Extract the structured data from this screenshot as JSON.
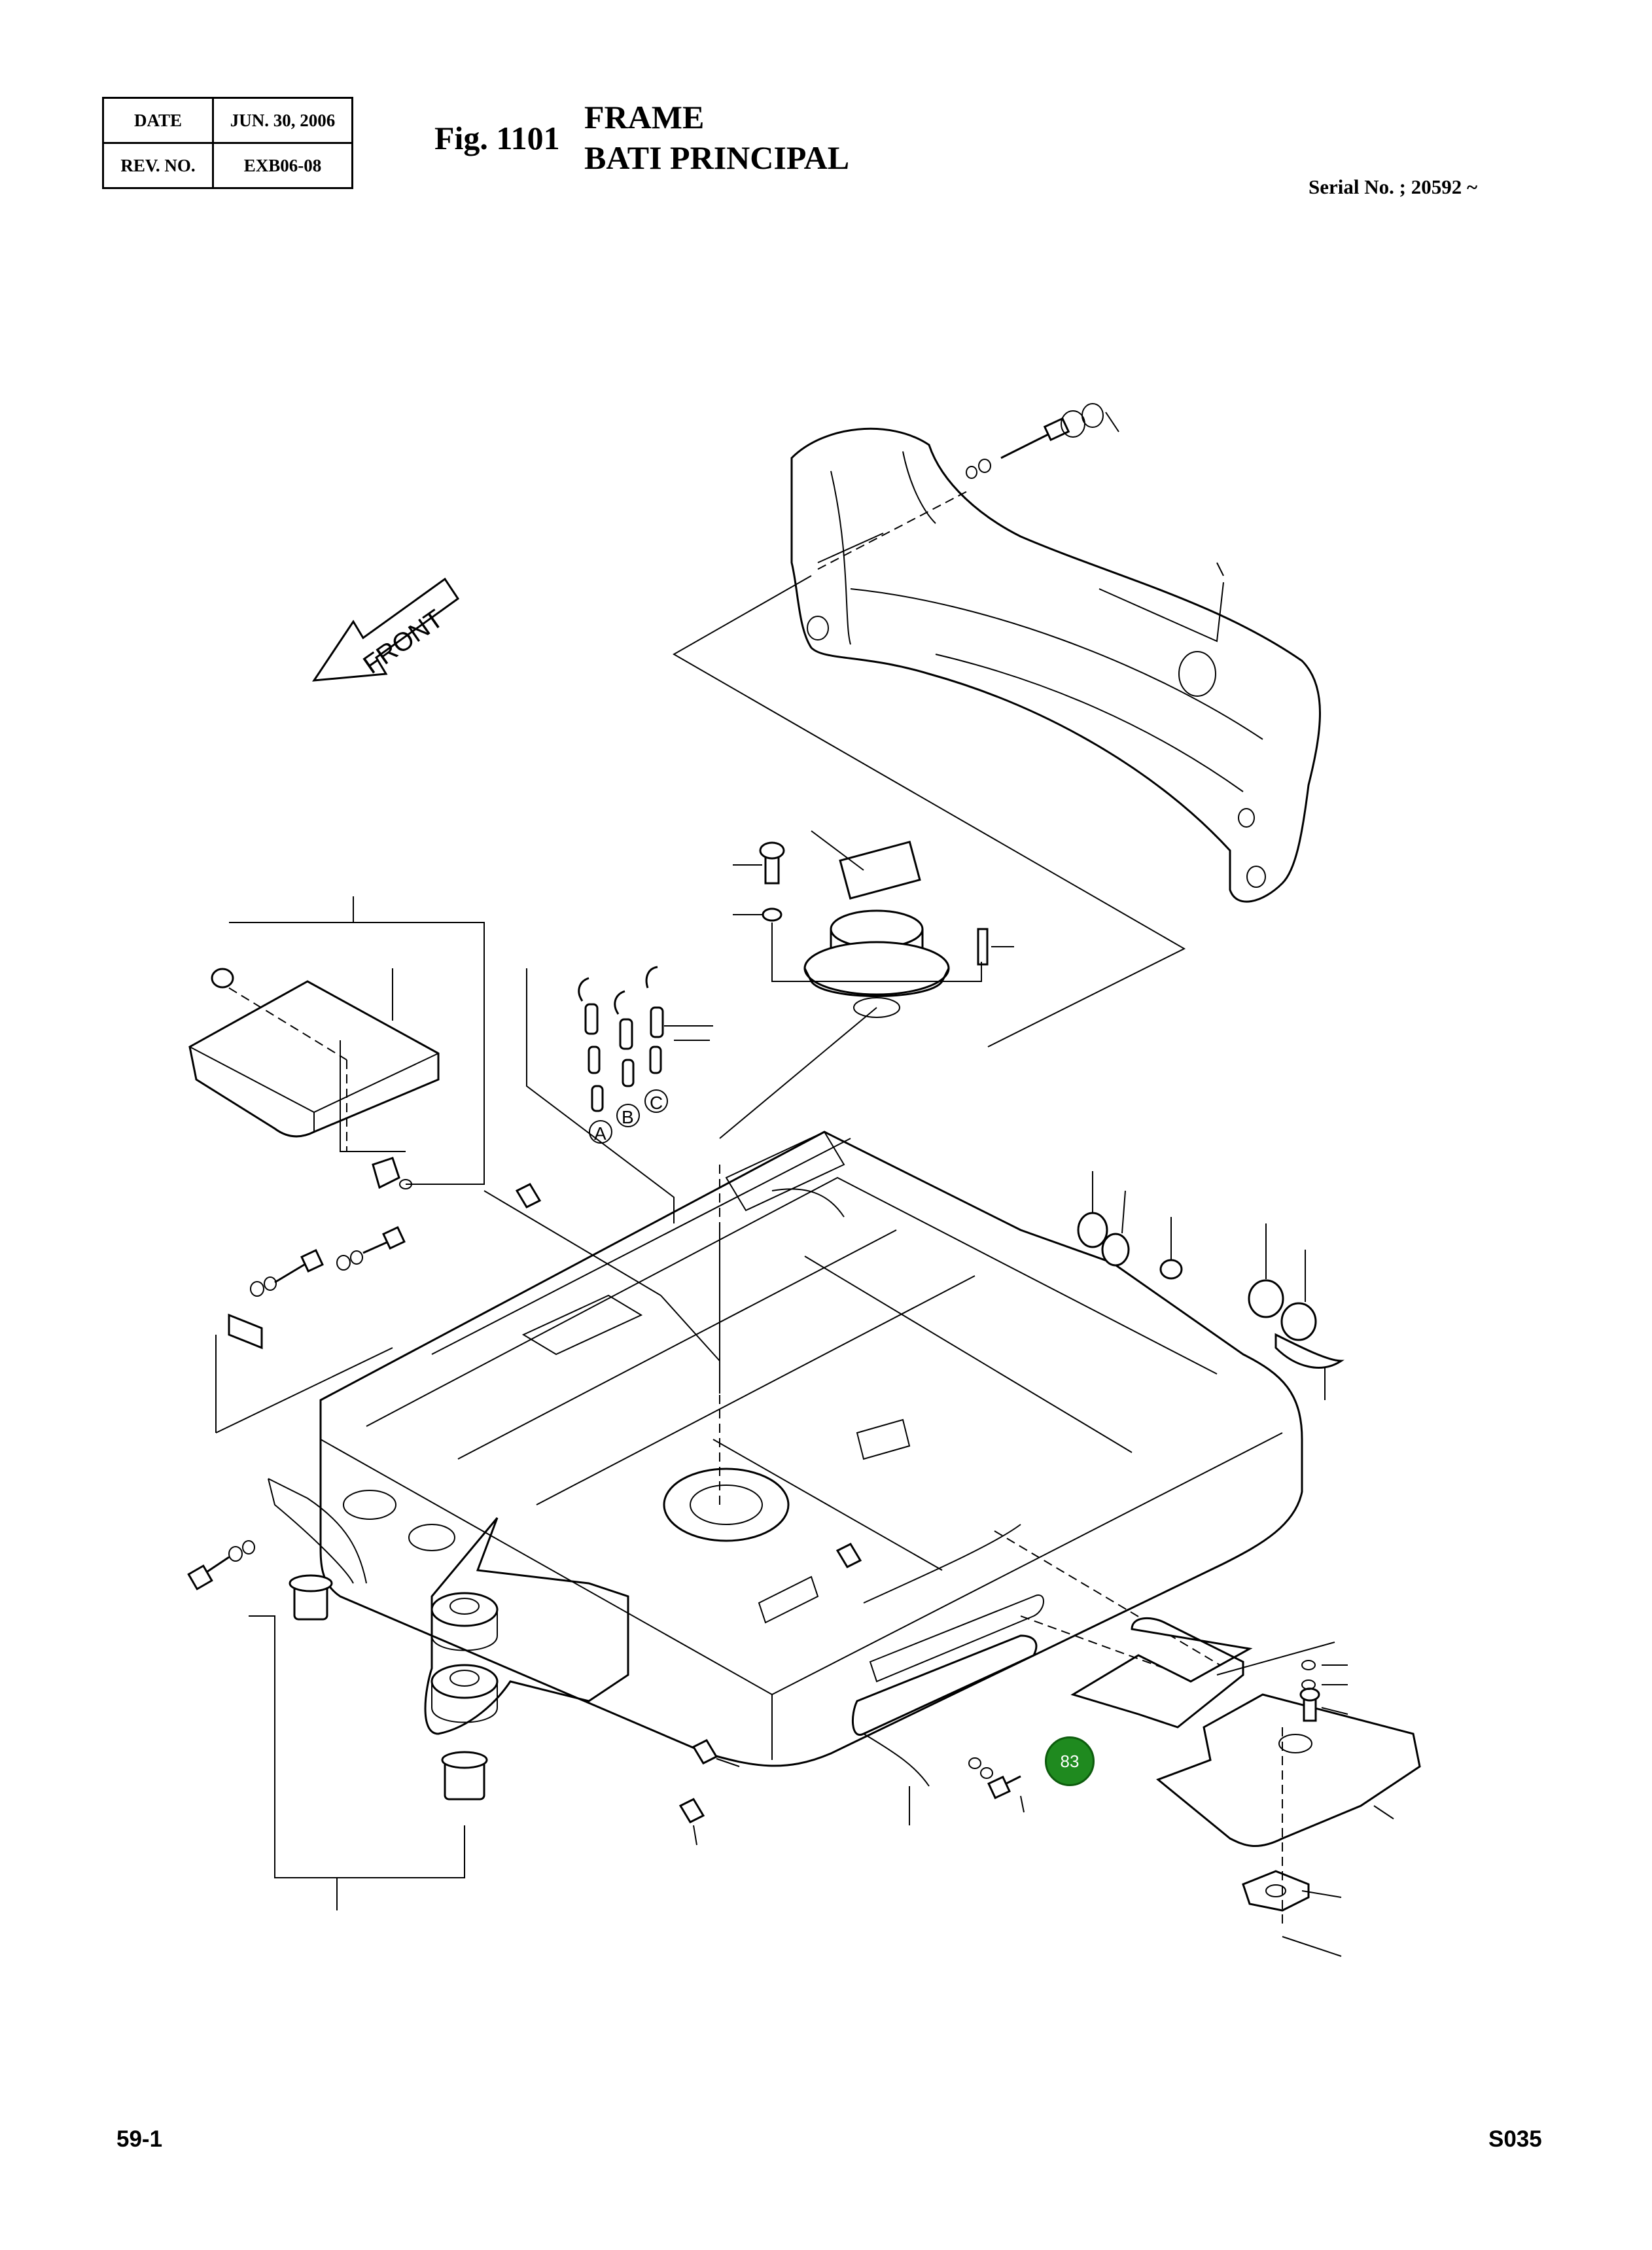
{
  "header": {
    "date_label": "DATE",
    "date_value": "JUN. 30, 2006",
    "rev_label": "REV. NO.",
    "rev_value": "EXB06-08",
    "fig_number": "Fig. 1101",
    "title_en": "FRAME",
    "title_fr": "BATI PRINCIPAL",
    "serial": "Serial No. ; 20592 ~"
  },
  "diagram": {
    "front_arrow_label": "FRONT",
    "ref_letters": [
      "A",
      "B",
      "C"
    ],
    "callout_label": "83"
  },
  "footer": {
    "page_number": "59-1",
    "page_code": "S035"
  }
}
